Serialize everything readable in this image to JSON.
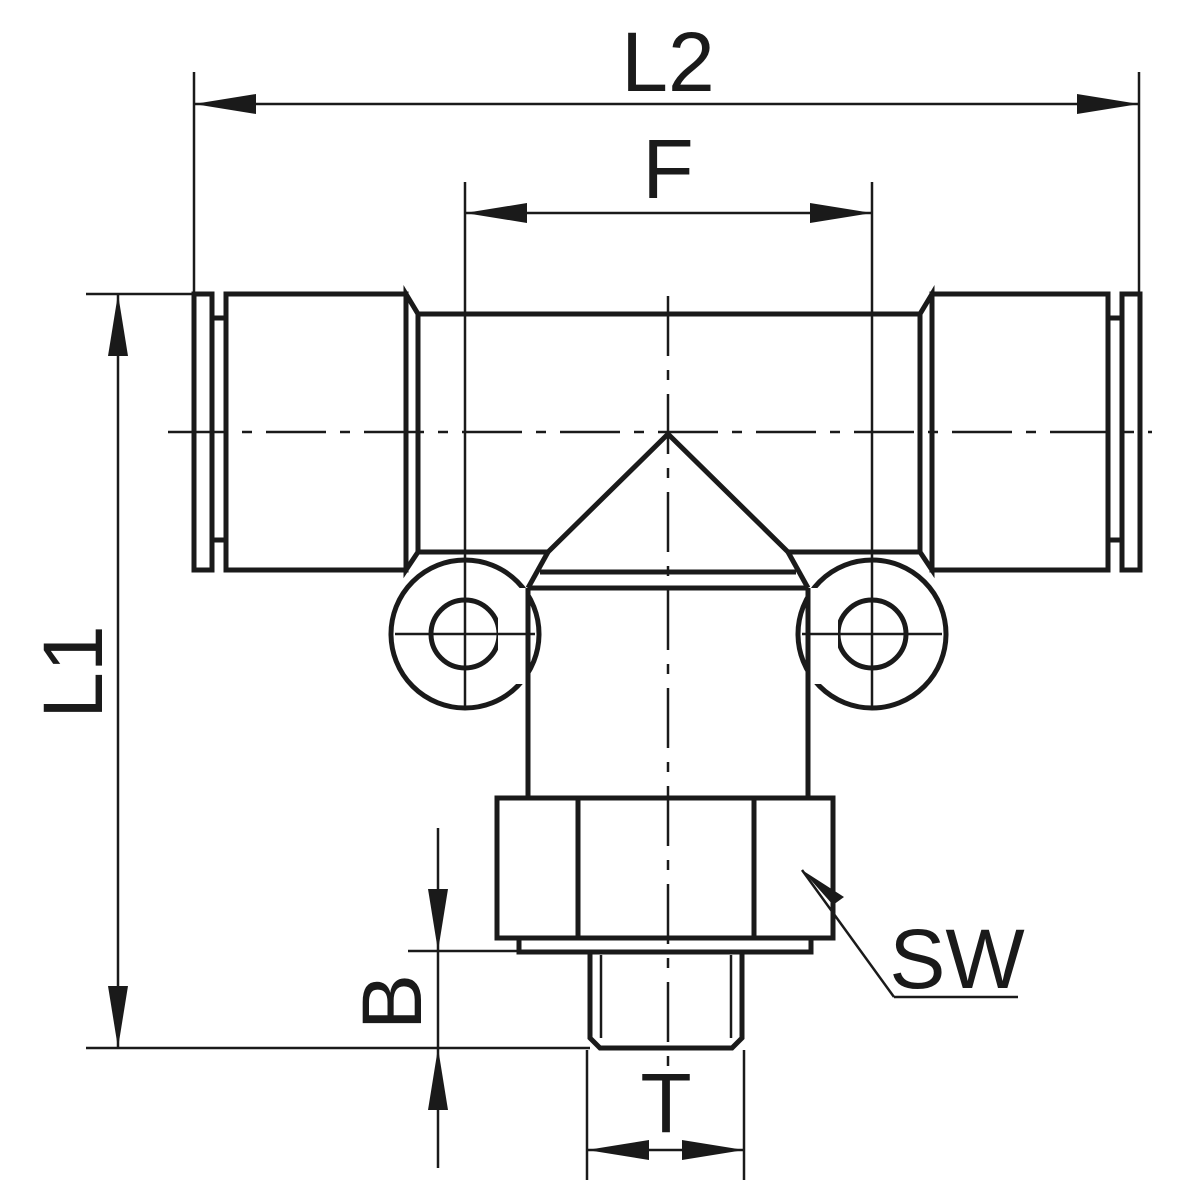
{
  "labels": {
    "l2": "L2",
    "f": "F",
    "l1": "L1",
    "sw": "SW",
    "b": "B",
    "t": "T"
  }
}
